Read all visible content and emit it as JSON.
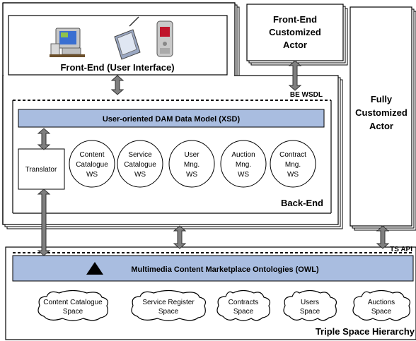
{
  "frontend": {
    "title": "Front-End (User Interface)"
  },
  "frontend_actor": {
    "line1": "Front-End",
    "line2": "Customized",
    "line3": "Actor"
  },
  "fully_actor": {
    "line1": "Fully",
    "line2": "Customized",
    "line3": "Actor"
  },
  "backend": {
    "wsdl_label": "BE WSDL",
    "title": "Back-End",
    "data_model": "User-oriented DAM Data Model (XSD)",
    "translator": "Translator",
    "services": [
      {
        "line1": "Content",
        "line2": "Catalogue",
        "line3": "WS"
      },
      {
        "line1": "Service",
        "line2": "Catalogue",
        "line3": "WS"
      },
      {
        "line1": "User",
        "line2": "Mng.",
        "line3": "WS"
      },
      {
        "line1": "Auction",
        "line2": "Mng.",
        "line3": "WS"
      },
      {
        "line1": "Contract",
        "line2": "Mng.",
        "line3": "WS"
      }
    ]
  },
  "triple_space": {
    "api_label": "TS API",
    "title": "Triple Space Hierarchy",
    "ontologies": "Multimedia Content Marketplace Ontologies (OWL)",
    "spaces": [
      {
        "line1": "Content Catalogue",
        "line2": "Space"
      },
      {
        "line1": "Service Register",
        "line2": "Space"
      },
      {
        "line1": "Contracts",
        "line2": "Space"
      },
      {
        "line1": "Users",
        "line2": "Space"
      },
      {
        "line1": "Auctions",
        "line2": "Space"
      }
    ]
  },
  "colors": {
    "band_fill": "#a9bde0",
    "arrow_fill": "#7f7f7f",
    "line": "#000000"
  },
  "icons": [
    "desktop-computer-icon",
    "pda-icon",
    "mobile-phone-icon"
  ]
}
